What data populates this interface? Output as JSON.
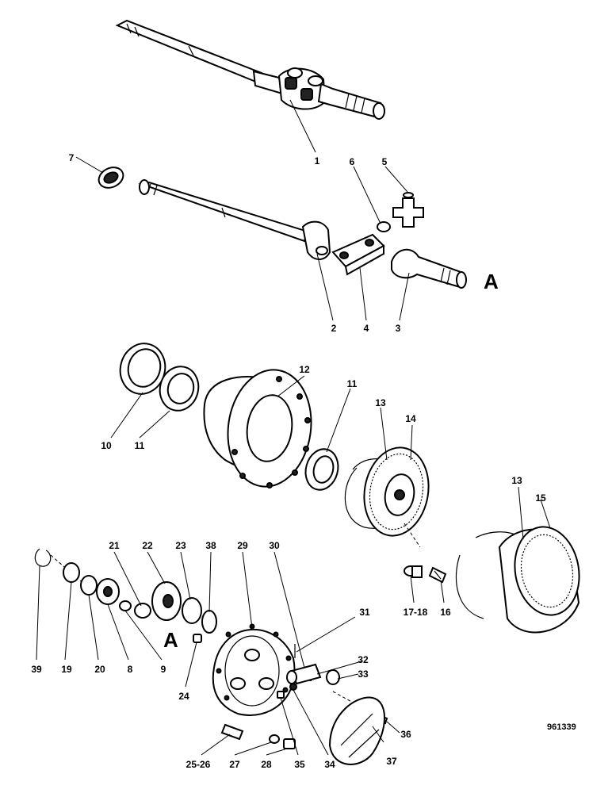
{
  "diagram": {
    "reference_number": "961339",
    "section_marker": "A",
    "callouts": [
      {
        "id": "c1",
        "text": "1"
      },
      {
        "id": "c7",
        "text": "7"
      },
      {
        "id": "c6",
        "text": "6"
      },
      {
        "id": "c5",
        "text": "5"
      },
      {
        "id": "c2",
        "text": "2"
      },
      {
        "id": "c4",
        "text": "4"
      },
      {
        "id": "c3",
        "text": "3"
      },
      {
        "id": "c12",
        "text": "12"
      },
      {
        "id": "c11a",
        "text": "11"
      },
      {
        "id": "c10",
        "text": "10"
      },
      {
        "id": "c11b",
        "text": "11"
      },
      {
        "id": "c13a",
        "text": "13"
      },
      {
        "id": "c14",
        "text": "14"
      },
      {
        "id": "c13b",
        "text": "13"
      },
      {
        "id": "c15",
        "text": "15"
      },
      {
        "id": "c21",
        "text": "21"
      },
      {
        "id": "c22",
        "text": "22"
      },
      {
        "id": "c23",
        "text": "23"
      },
      {
        "id": "c38",
        "text": "38"
      },
      {
        "id": "c29",
        "text": "29"
      },
      {
        "id": "c30",
        "text": "30"
      },
      {
        "id": "c31",
        "text": "31"
      },
      {
        "id": "c32",
        "text": "32"
      },
      {
        "id": "c33",
        "text": "33"
      },
      {
        "id": "c36",
        "text": "36"
      },
      {
        "id": "c37",
        "text": "37"
      },
      {
        "id": "c39",
        "text": "39"
      },
      {
        "id": "c19",
        "text": "19"
      },
      {
        "id": "c20",
        "text": "20"
      },
      {
        "id": "c8",
        "text": "8"
      },
      {
        "id": "c9",
        "text": "9"
      },
      {
        "id": "c24",
        "text": "24"
      },
      {
        "id": "c1718",
        "text": "17-18"
      },
      {
        "id": "c16",
        "text": "16"
      },
      {
        "id": "c2526",
        "text": "25-26"
      },
      {
        "id": "c27",
        "text": "27"
      },
      {
        "id": "c28",
        "text": "28"
      },
      {
        "id": "c35",
        "text": "35"
      },
      {
        "id": "c34",
        "text": "34"
      }
    ]
  }
}
